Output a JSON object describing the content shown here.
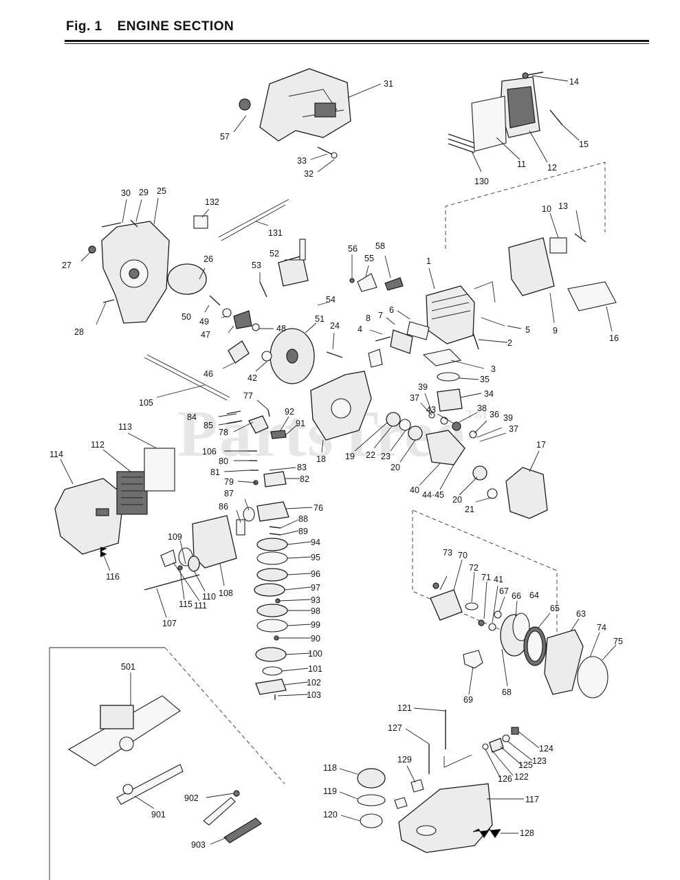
{
  "header": {
    "fig_label": "Fig. 1",
    "section_title": "ENGINE SECTION"
  },
  "watermark": {
    "text": "PartsTree",
    "mark": "TM"
  },
  "callouts": {
    "c1": "1",
    "c2": "2",
    "c3": "3",
    "c4": "4",
    "c5": "5",
    "c6": "6",
    "c7": "7",
    "c8": "8",
    "c9": "9",
    "c10": "10",
    "c11": "11",
    "c12": "12",
    "c13": "13",
    "c14": "14",
    "c15": "15",
    "c16": "16",
    "c17": "17",
    "c18": "18",
    "c19": "19",
    "c20a": "20",
    "c20b": "20",
    "c21": "21",
    "c22": "22",
    "c23": "23",
    "c24": "24",
    "c25": "25",
    "c26": "26",
    "c27": "27",
    "c28": "28",
    "c29": "29",
    "c30": "30",
    "c31": "31",
    "c32": "32",
    "c33": "33",
    "c34": "34",
    "c35": "35",
    "c36": "36",
    "c37a": "37",
    "c37b": "37",
    "c38": "38",
    "c39a": "39",
    "c39b": "39",
    "c40": "40",
    "c41": "41",
    "c42": "42",
    "c43": "43",
    "c4445": "44·45",
    "c46": "46",
    "c47": "47",
    "c48": "48",
    "c49": "49",
    "c50": "50",
    "c51": "51",
    "c52": "52",
    "c53": "53",
    "c54": "54",
    "c55": "55",
    "c56": "56",
    "c57": "57",
    "c58": "58",
    "c63": "63",
    "c64": "64",
    "c65": "65",
    "c66": "66",
    "c67": "67",
    "c68": "68",
    "c69": "69",
    "c70": "70",
    "c71": "71",
    "c72": "72",
    "c73": "73",
    "c74": "74",
    "c75": "75",
    "c76": "76",
    "c77": "77",
    "c78": "78",
    "c79": "79",
    "c80": "80",
    "c81": "81",
    "c82": "82",
    "c83": "83",
    "c84": "84",
    "c85": "85",
    "c86": "86",
    "c87": "87",
    "c88": "88",
    "c89": "89",
    "c90": "90",
    "c91": "91",
    "c92": "92",
    "c93": "93",
    "c94": "94",
    "c95": "95",
    "c96": "96",
    "c97": "97",
    "c98": "98",
    "c99": "99",
    "c100": "100",
    "c101": "101",
    "c102": "102",
    "c103": "103",
    "c105": "105",
    "c106": "106",
    "c107": "107",
    "c108": "108",
    "c109": "109",
    "c110": "110",
    "c111": "111",
    "c112": "112",
    "c113": "113",
    "c114": "114",
    "c115": "115",
    "c116": "116",
    "c117": "117",
    "c118": "118",
    "c119": "119",
    "c120": "120",
    "c121": "121",
    "c122": "122",
    "c123": "123",
    "c124": "124",
    "c125": "125",
    "c126": "126",
    "c127": "127",
    "c128": "128",
    "c129": "129",
    "c130": "130",
    "c131": "131",
    "c132": "132",
    "c501": "501",
    "c901": "901",
    "c902": "902",
    "c903": "903"
  }
}
